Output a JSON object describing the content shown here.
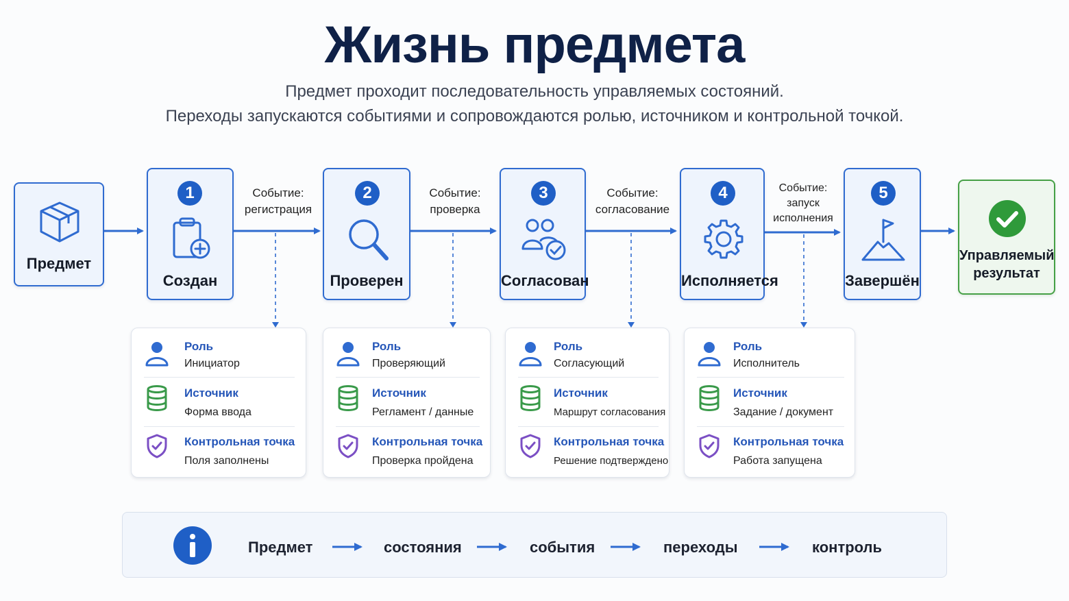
{
  "header": {
    "title": "Жизнь предмета",
    "subtitle_line1": "Предмет проходит последовательность управляемых состояний.",
    "subtitle_line2": "Переходы запускаются событиями и сопровождаются ролью, источником и контрольной точкой."
  },
  "start": {
    "label": "Предмет",
    "icon": "box-icon"
  },
  "states": [
    {
      "number": "1",
      "label": "Создан",
      "icon": "clipboard-plus-icon"
    },
    {
      "number": "2",
      "label": "Проверен",
      "icon": "magnifier-icon"
    },
    {
      "number": "3",
      "label": "Согласован",
      "icon": "users-check-icon"
    },
    {
      "number": "4",
      "label": "Исполняется",
      "icon": "gear-icon"
    },
    {
      "number": "5",
      "label": "Завершён",
      "icon": "flag-mountain-icon"
    }
  ],
  "result": {
    "line1": "Управляемый",
    "line2": "результат",
    "icon": "check-circle-icon"
  },
  "events": [
    {
      "line1": "Событие:",
      "line2": "регистрация"
    },
    {
      "line1": "Событие:",
      "line2": "проверка"
    },
    {
      "line1": "Событие:",
      "line2": "согласование"
    },
    {
      "line1": "Событие:",
      "line2": "запуск",
      "line3": "исполнения"
    }
  ],
  "panels": [
    {
      "role_title": "Роль",
      "role": "Инициатор",
      "source_title": "Источник",
      "source": "Форма ввода",
      "check_title": "Контрольная точка",
      "check": "Поля заполнены"
    },
    {
      "role_title": "Роль",
      "role": "Проверяющий",
      "source_title": "Источник",
      "source": "Регламент / данные",
      "check_title": "Контрольная точка",
      "check": "Проверка пройдена"
    },
    {
      "role_title": "Роль",
      "role": "Согласующий",
      "source_title": "Источник",
      "source": "Маршрут согласования",
      "check_title": "Контрольная точка",
      "check": "Решение подтверждено"
    },
    {
      "role_title": "Роль",
      "role": "Исполнитель",
      "source_title": "Источник",
      "source": "Задание / документ",
      "check_title": "Контрольная точка",
      "check": "Работа запущена"
    }
  ],
  "bottom_flow": {
    "icon": "info-icon",
    "items": [
      "Предмет",
      "состояния",
      "события",
      "переходы",
      "контроль"
    ]
  },
  "colors": {
    "accent_blue": "#2f6bd0",
    "badge_blue": "#1f5fc6",
    "title_navy": "#0f2147",
    "result_green": "#46a046",
    "source_green": "#3a9a4a",
    "check_purple": "#7b4fc4"
  }
}
